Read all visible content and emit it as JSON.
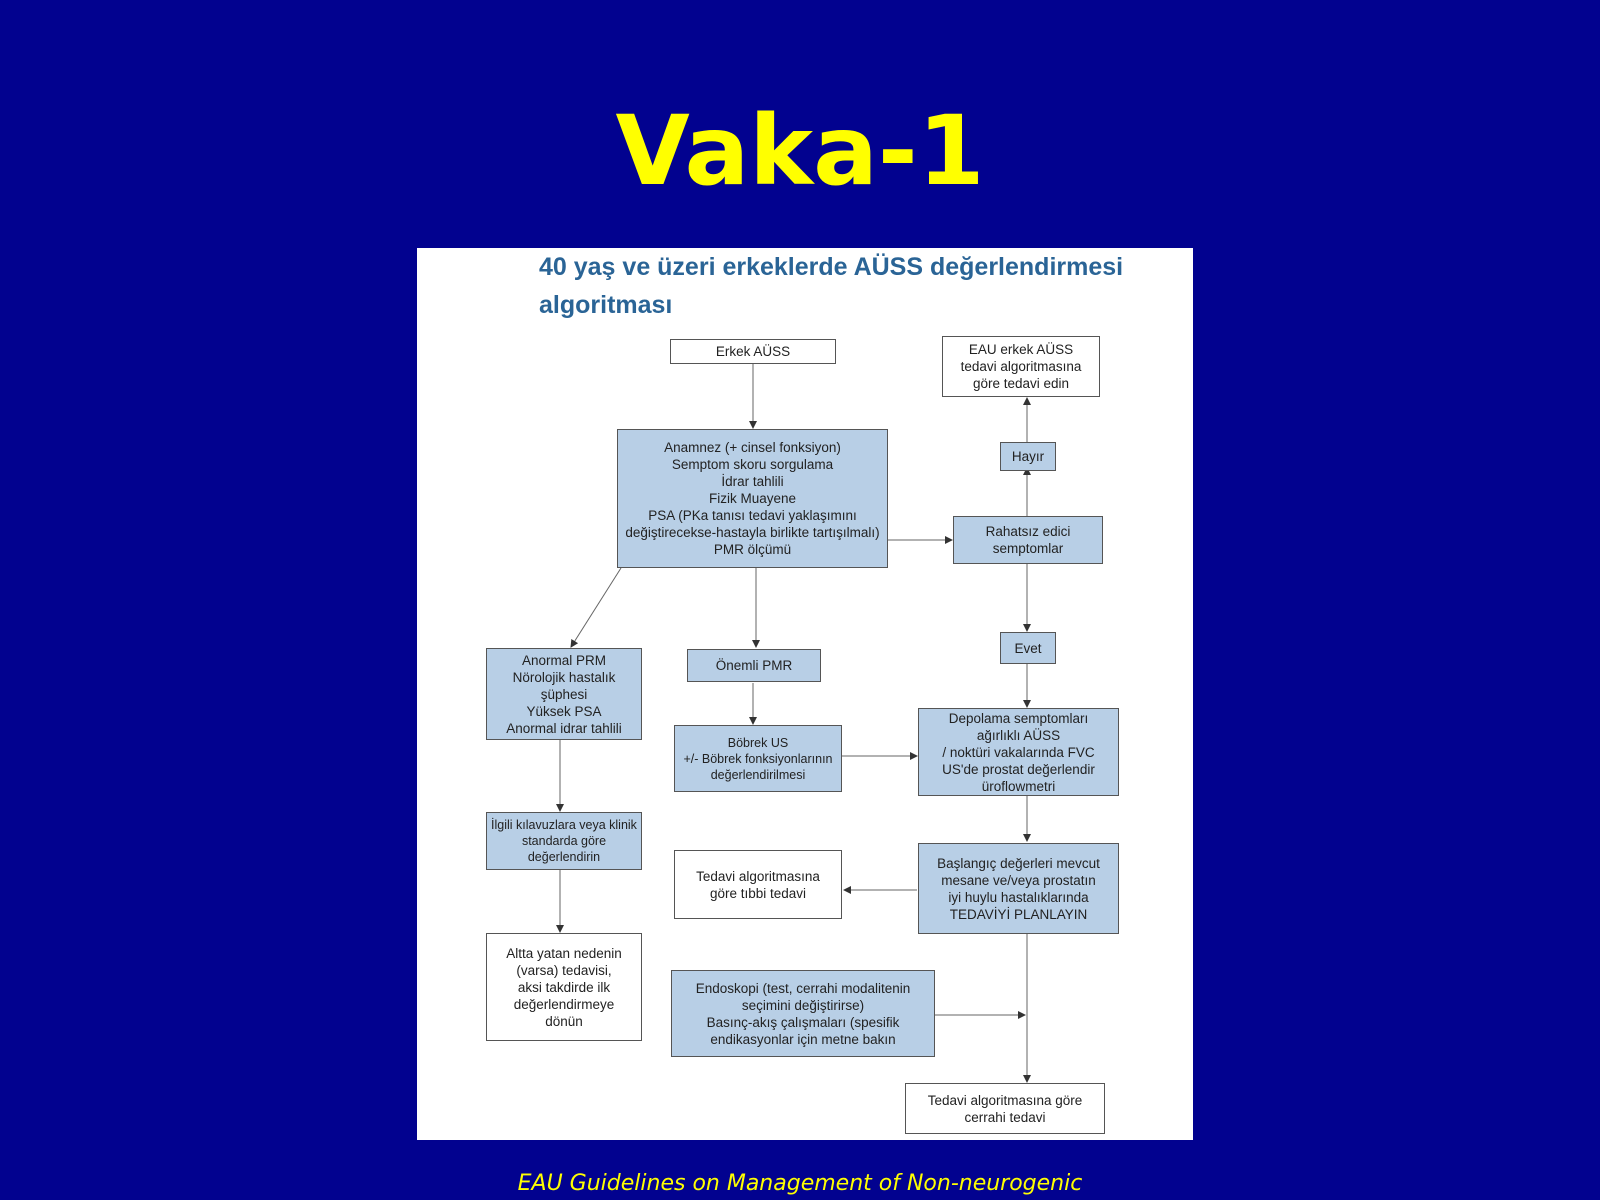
{
  "slide": {
    "title": "Vaka-1",
    "footer": "EAU Guidelines on Management of Non-neurogenic"
  },
  "figure": {
    "title": "40 yaş ve üzeri erkeklerde AÜSS değerlendirmesi algoritması",
    "nodes": {
      "erkek_auss": "Erkek AÜSS",
      "anamnez": "Anamnez (+ cinsel fonksiyon)\nSemptom skoru sorgulama\nİdrar tahlili\nFizik Muayene\nPSA (PKa tanısı tedavi yaklaşımını\ndeğiştirecekse-hastayla birlikte tartışılmalı)\nPMR ölçümü",
      "eau_tedavi": "EAU erkek AÜSS\ntedavi algoritmasına\ngöre tedavi edin",
      "hayir": "Hayır",
      "rahatsiz": "Rahatsız edici\nsemptomlar",
      "evet": "Evet",
      "anormal": "Anormal PRM\nNörolojik hastalık\nşüphesi\nYüksek PSA\nAnormal idrar tahlili",
      "onemli_pmr": "Önemli PMR",
      "bobrek": "Böbrek US\n+/- Böbrek fonksiyonlarının\ndeğerlendirilmesi",
      "depolama": "Depolama semptomları\nağırlıklı AÜSS\n/ noktüri vakalarında FVC\nUS'de prostat değerlendir\nüroflowmetri",
      "ilgili": "İlgili kılavuzlara veya klinik\nstandarda göre\ndeğerlendirin",
      "tedavi_tibbi": "Tedavi algoritmasına\ngöre tıbbi tedavi",
      "baslangic": "Başlangıç değerleri mevcut\nmesane ve/veya prostatın\niyi huylu hastalıklarında\nTEDAVİYİ PLANLAYIN",
      "altta": "Altta yatan nedenin\n(varsa) tedavisi,\naksi takdirde ilk\ndeğerlendirmeye\ndönün",
      "endoskopi": "Endoskopi (test, cerrahi modalitenin\nseçimini değiştirirse)\nBasınç-akış çalışmaları (spesifik\nendikasyonlar için metne bakın",
      "cerrahi": "Tedavi algoritmasına göre\ncerrahi tedavi"
    }
  }
}
